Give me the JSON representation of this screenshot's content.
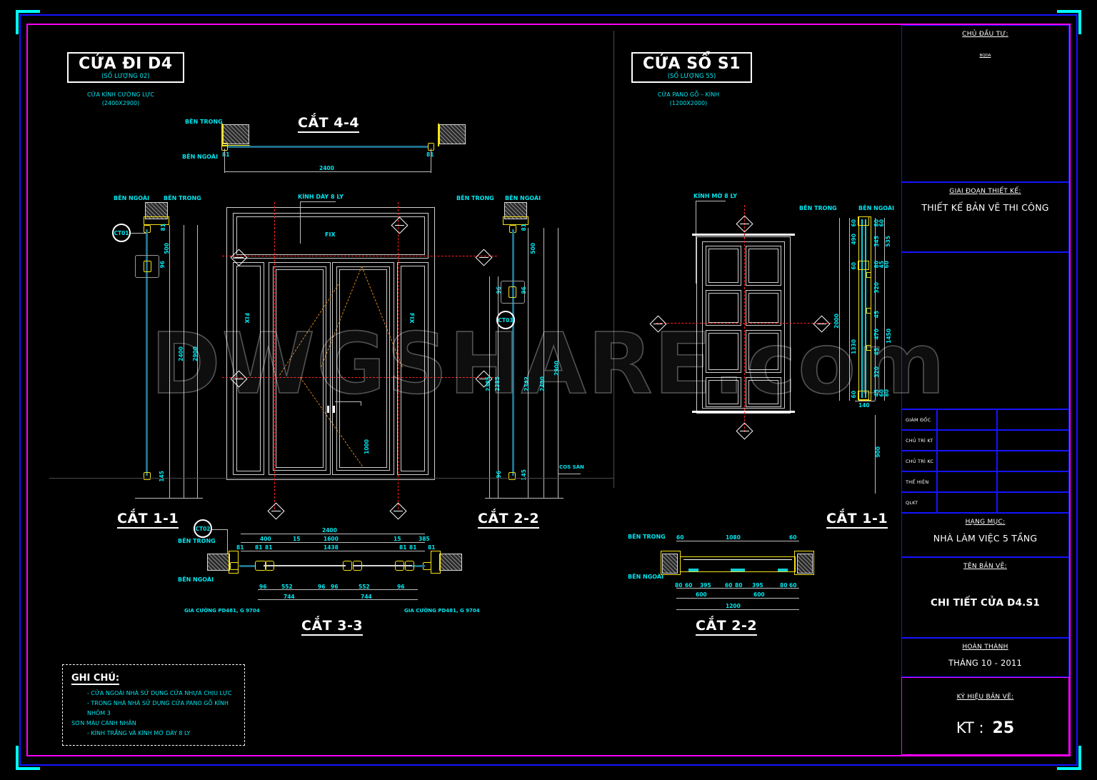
{
  "sheet": {
    "watermark": "DWGSHARE.com"
  },
  "door_block": {
    "title": "CỬA ĐI D4",
    "quantity": "(SỐ LƯỢNG 02)",
    "material": "CỬA KÍNH CƯỜNG LỰC",
    "size": "(2400X2900)",
    "section_44": "CẮT 4-4",
    "section_11": "CẮT 1-1",
    "section_22": "CẮT 2-2",
    "section_33": "CẮT 3-3",
    "glass_note": "KÍNH DÀY 8 LY",
    "inside": "BÊN TRONG",
    "outside": "BÊN NGOÀI",
    "fix_label": "FIX",
    "cos_san": "COS SÀN",
    "callout_ct01": "CT01",
    "callout_ct02": "CT02",
    "callout_ct03": "CT03",
    "reinforce_left": "GIA CƯỜNG PD481, G 9704",
    "reinforce_right": "GIA CƯỜNG PD481, G 9704",
    "dims": {
      "s44_width": "2400",
      "s44_jamb_l": "81",
      "s44_jamb_r": "81",
      "s11_81": "81",
      "s11_500": "500",
      "s11_96": "96",
      "s11_2400": "2400",
      "s11_2900": "2900",
      "s11_145": "145",
      "s22_81": "81",
      "s22_500": "500",
      "s22_96a": "96",
      "s22_96b": "96",
      "s22_2385a": "2385",
      "s22_2385b": "2385",
      "s22_2342": "2342",
      "s22_2400": "2400",
      "s22_2900": "2900",
      "s22_96c": "96",
      "s22_145": "145",
      "s33_total": "2400",
      "s33_400": "400",
      "s33_15a": "15",
      "s33_1600": "1600",
      "s33_15b": "15",
      "s33_385": "385",
      "s33_1438": "1438",
      "s33_81a": "81",
      "s33_81b": "81",
      "s33_81c": "81",
      "s33_81d": "81",
      "s33_81e": "81",
      "s33_81f": "81",
      "s33_96a": "96",
      "s33_552a": "552",
      "s33_96b": "96",
      "s33_96c": "96",
      "s33_552b": "552",
      "s33_96d": "96",
      "s33_744a": "744",
      "s33_744b": "744",
      "leaf_1000": "1000"
    }
  },
  "window_block": {
    "title": "CỬA SỔ S1",
    "quantity": "(SỐ LƯỢNG 55)",
    "material": "CỬA PANO GỖ – KÍNH",
    "size": "(1200X2000)",
    "section_11": "CẮT 1-1",
    "section_22": "CẮT 2-2",
    "glass_note": "KÍNH MỜ 8 LY",
    "inside": "BÊN TRONG",
    "outside": "BÊN NGOÀI",
    "dims": {
      "v_60a": "60",
      "v_490": "490",
      "v_60b": "60",
      "v_1330": "1330",
      "v_60c": "60",
      "v_2000": "2000",
      "v_140": "140",
      "r_80a": "80",
      "r_60a": "60",
      "r_345": "345",
      "r_535": "535",
      "r_80b": "80",
      "r_45a": "45",
      "r_60b": "60",
      "r_320a": "320",
      "r_45b": "45",
      "r_470": "470",
      "r_1450": "1450",
      "r_45c": "45",
      "r_320b": "320",
      "r_45d": "45",
      "r_60c": "60",
      "r_80c": "80",
      "s22_60a": "60",
      "s22_1080": "1080",
      "s22_60b": "60",
      "s22_80a": "80",
      "s22_60c": "60",
      "s22_395a": "395",
      "s22_60d": "60",
      "s22_80b": "80",
      "s22_395b": "395",
      "s22_80c": "80",
      "s22_60e": "60",
      "s22_600a": "600",
      "s22_600b": "600",
      "s22_1200": "1200"
    }
  },
  "notes": {
    "heading": "GHI CHÚ:",
    "line1": "- CỬA NGOÀI NHÀ SỬ DỤNG CỬA NHỰA CHỊU LỰC",
    "line2": "- TRONG NHÀ NHÀ SỬ DỤNG CỬA PANO GỖ KÍNH NHÔM 3",
    "line2b": "SƠN MÀU CÁNH NHÂN",
    "line3": "- KÍNH TRẮNG VÀ KÍNH MỜ DÀY 8 LY"
  },
  "title_block": {
    "investor_label": "CHỦ ĐẦU TƯ:",
    "investor_value": "BQDA",
    "stage_label": "GIAI ĐOẠN THIẾT KẾ:",
    "stage_value": "THIẾT KẾ BẢN VẼ THI CÔNG",
    "signatures": [
      "GIÁM ĐỐC",
      "CHỦ TRÌ KT",
      "CHỦ TRÌ KC",
      "THỂ HIỆN",
      "QLKT"
    ],
    "item_label": "HẠNG MỤC:",
    "item_value": "NHÀ LÀM VIỆC 5 TẦNG",
    "drawing_label": "TÊN BẢN VẼ:",
    "drawing_value": "CHI TIẾT CỬA D4.S1",
    "complete_label": "HOÀN THÀNH",
    "complete_value": "THÁNG 10 - 2011",
    "code_label": "KÝ HIỆU BẢN VẼ:",
    "code_prefix": "KT  :",
    "code_value": "25"
  }
}
